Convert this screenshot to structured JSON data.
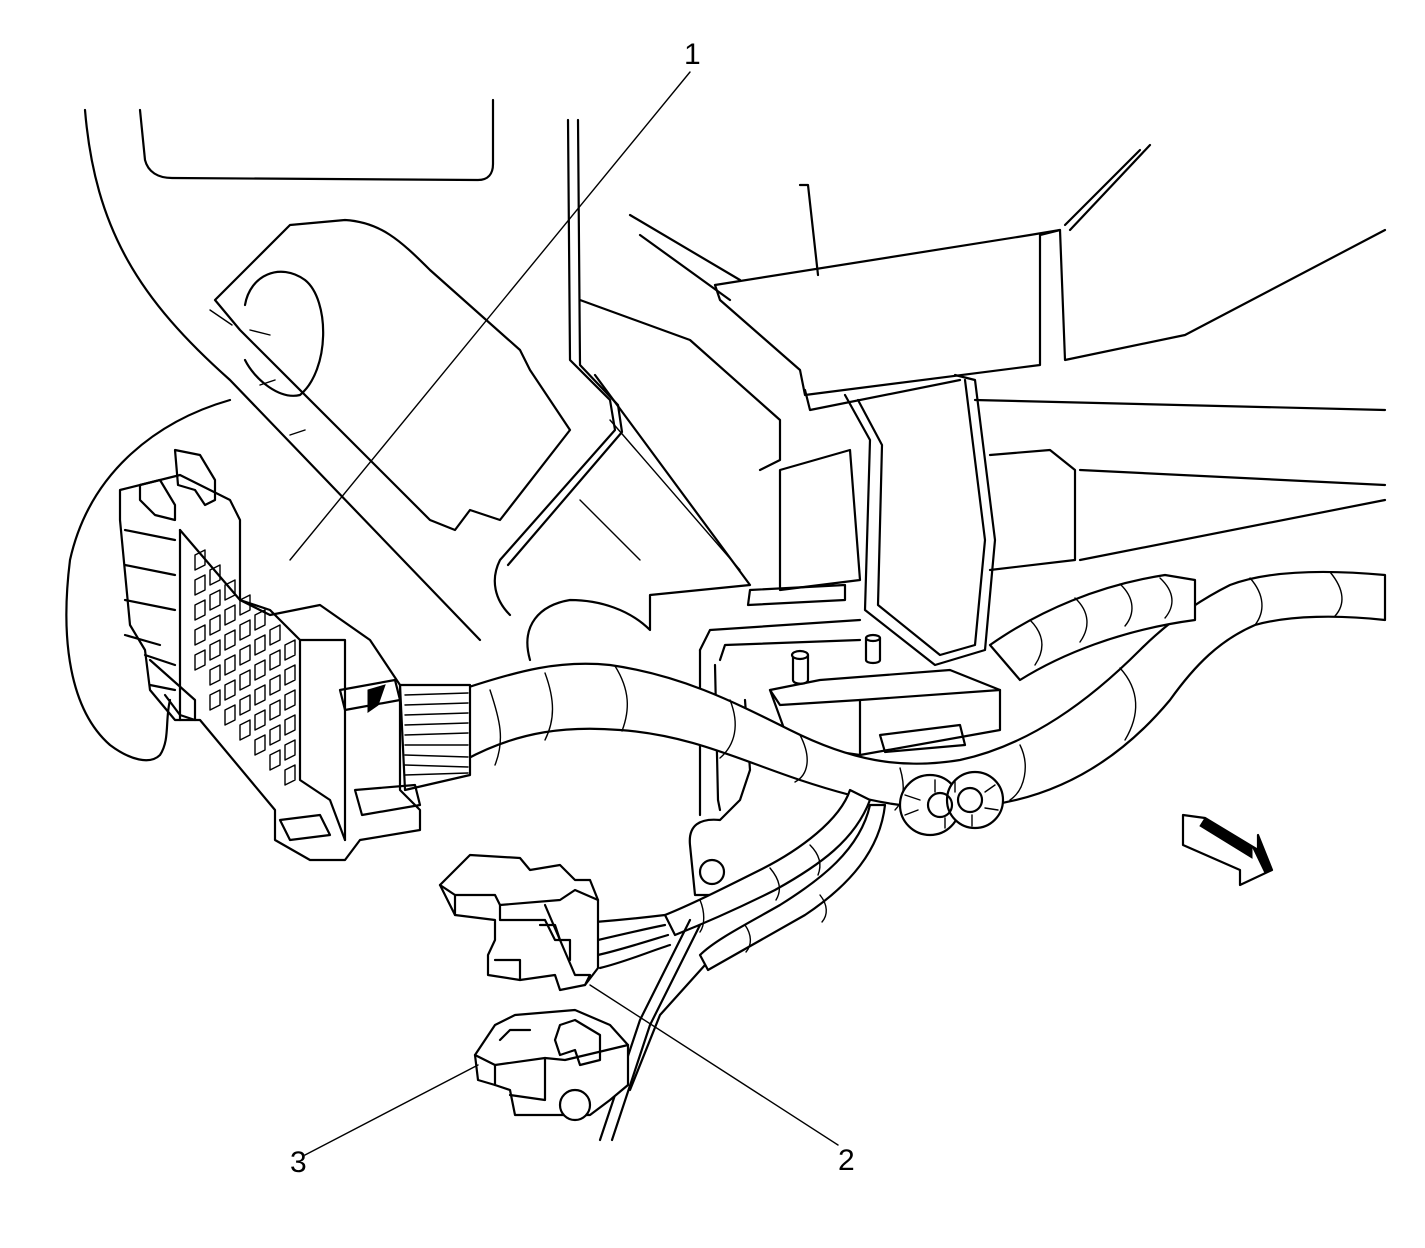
{
  "callouts": [
    {
      "id": "1",
      "label": "1"
    },
    {
      "id": "2",
      "label": "2"
    },
    {
      "id": "3",
      "label": "3"
    }
  ],
  "icons": {
    "view_arrow": "front-direction-arrow-icon"
  },
  "colors": {
    "line": "#000000",
    "background": "#ffffff"
  }
}
